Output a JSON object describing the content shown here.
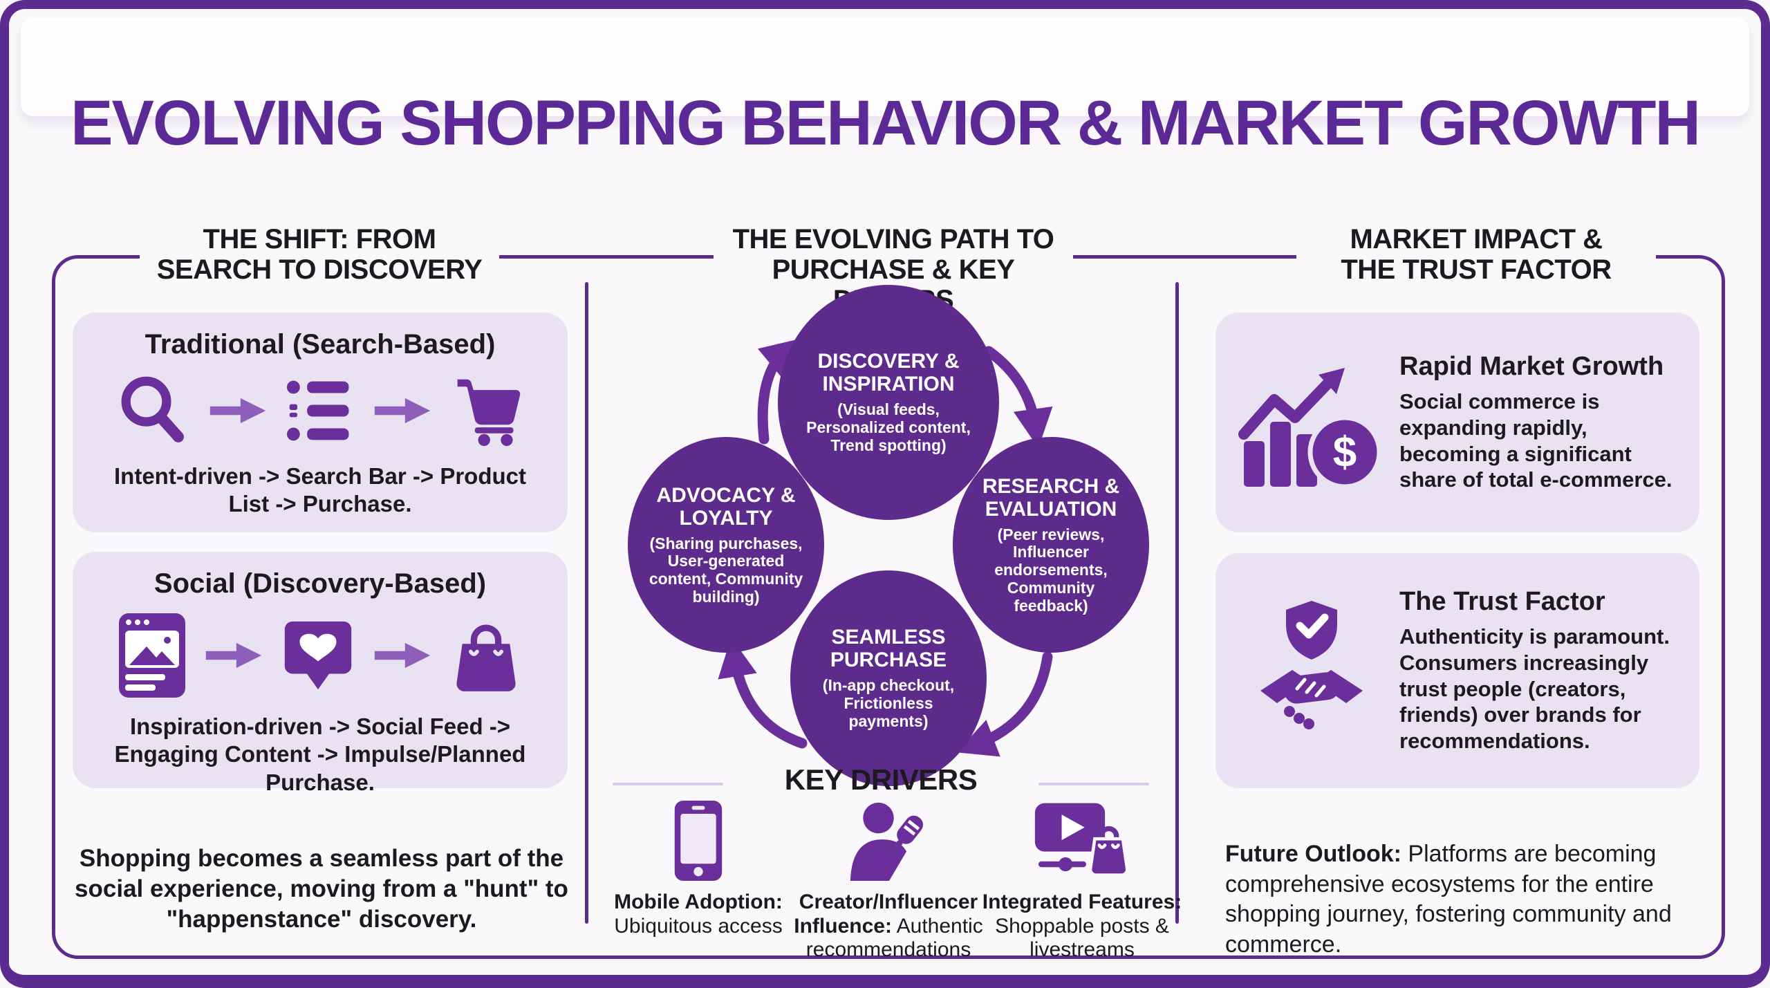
{
  "page": {
    "title": "EVOLVING SHOPPING BEHAVIOR & MARKET GROWTH"
  },
  "colors": {
    "accent_purple": "#5c2a96",
    "frame_border": "#5b2b8f",
    "circle_fill": "#5d2b8c",
    "icon_purple": "#6a2f9b",
    "arrow_light_purple": "#8d5fba",
    "box_background": "#e9e2f2",
    "page_background": "#faf8fa",
    "text_black": "#1c1a1e"
  },
  "left": {
    "heading_line1": "THE SHIFT: FROM",
    "heading_line2": "SEARCH TO DISCOVERY",
    "traditional": {
      "title": "Traditional (Search-Based)",
      "caption": "Intent-driven -> Search Bar -> Product List -> Purchase.",
      "icons": [
        "search-icon",
        "flow-arrow-icon",
        "list-icon",
        "flow-arrow-icon",
        "cart-icon"
      ]
    },
    "social": {
      "title": "Social (Discovery-Based)",
      "caption": "Inspiration-driven -> Social Feed -> Engaging Content -> Impulse/Planned Purchase.",
      "icons": [
        "social-feed-icon",
        "flow-arrow-icon",
        "heart-bubble-icon",
        "flow-arrow-icon",
        "shopping-bag-icon"
      ]
    },
    "summary": "Shopping becomes a seamless part of the social experience, moving from a \"hunt\" to \"happenstance\" discovery."
  },
  "center": {
    "heading_line1": "THE EVOLVING PATH TO",
    "heading_line2": "PURCHASE & KEY DRIVERS",
    "cycle": [
      {
        "title": "DISCOVERY & INSPIRATION",
        "subtitle": "(Visual feeds, Personalized content, Trend spotting)"
      },
      {
        "title": "RESEARCH & EVALUATION",
        "subtitle": "(Peer reviews, Influencer endorsements, Community feedback)"
      },
      {
        "title": "SEAMLESS PURCHASE",
        "subtitle": "(In-app checkout, Frictionless payments)"
      },
      {
        "title": "ADVOCACY & LOYALTY",
        "subtitle": "(Sharing purchases, User-generated content, Community building)"
      }
    ],
    "key_drivers_heading": "KEY DRIVERS",
    "drivers": [
      {
        "bold": "Mobile Adoption:",
        "rest": " Ubiquitous access",
        "icon": "smartphone-icon"
      },
      {
        "bold": "Creator/Influencer Influence:",
        "rest": " Authentic recommendations",
        "icon": "influencer-microphone-icon"
      },
      {
        "bold": "Integrated Features:",
        "rest": " Shoppable posts & livestreams",
        "icon": "shoppable-video-icon"
      }
    ]
  },
  "right": {
    "heading_line1": "MARKET IMPACT &",
    "heading_line2": "THE TRUST FACTOR",
    "growth": {
      "title": "Rapid Market Growth",
      "body": "Social commerce is expanding rapidly, becoming a significant share of total e-commerce.",
      "icon": "market-growth-icon",
      "coin_symbol": "$"
    },
    "trust": {
      "title": "The Trust Factor",
      "body": "Authenticity is paramount. Consumers increasingly trust people (creators, friends) over brands for recommendations.",
      "icon": "trust-shield-handshake-icon"
    },
    "outlook_bold": "Future Outlook:",
    "outlook_rest": " Platforms are becoming comprehensive ecosystems for the entire shopping journey, fostering community and commerce."
  }
}
